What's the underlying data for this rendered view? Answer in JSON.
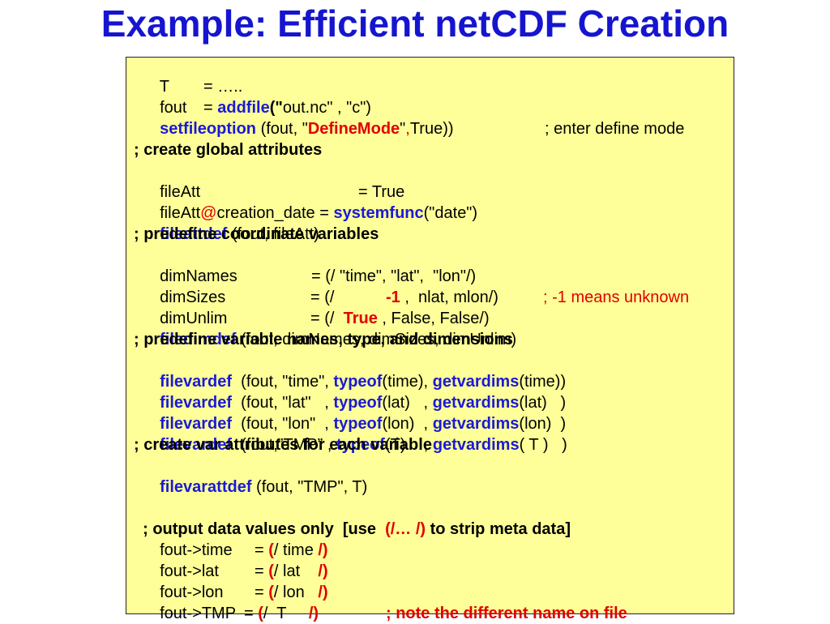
{
  "title": "Example: Efficient netCDF Creation",
  "colors": {
    "title": "#1515d0",
    "keyword": "#1a1ad6",
    "highlight": "#e00000",
    "box_background": "#ffff99"
  },
  "code": {
    "l1": {
      "a": "T",
      "b": "= ….."
    },
    "l2": {
      "a": "fout",
      "b": "= ",
      "kw": "addfile",
      "c": "(\"",
      "d": "out.nc\" , \"c\")"
    },
    "l3": {
      "kw": "setfileoption",
      "a": " (fout, \"",
      "red": "DefineMode",
      "b": "\"",
      "comma": ",",
      "c": "True))",
      "comment": "; enter define mode"
    },
    "l4": "; create global attributes",
    "l5": {
      "a": "fileAtt",
      "b": "= True"
    },
    "l6": {
      "a": "fileAtt",
      "at": "@",
      "b": "creation_date = ",
      "kw": "systemfunc",
      "c": "(\"date\")"
    },
    "l7": {
      "kw": "fileattdef",
      "a": " (fout, fileAtt)"
    },
    "l8": "; predefine coordinate variables",
    "l9": {
      "a": "dimNames",
      "b": "= (/ \"time\", \"lat\",  \"lon\"/)"
    },
    "l10": {
      "a": "dimSizes",
      "b": "= (/",
      "red": "-1",
      "c": " ,  nlat, mlon/)",
      "comment": "; -1 means unknown"
    },
    "l11": {
      "a": "dimUnlim",
      "b": "= (/  ",
      "red": "True",
      "c": " , False, False/)"
    },
    "l12": {
      "kw": "filedimdef",
      "a": " (fout, dimNames, dimSizes, dimUnlim)"
    },
    "l13": "; predefine variable names, type, and dimensions",
    "l14": {
      "kw": "filevardef",
      "a": "  (fout, \"time\", ",
      "kw2": "typeof",
      "b": "(time), ",
      "kw3": "getvardims",
      "c": "(time))"
    },
    "l15": {
      "kw": "filevardef",
      "a": "  (fout, \"lat\"   , ",
      "kw2": "typeof",
      "b": "(lat)   , ",
      "kw3": "getvardims",
      "c": "(lat)   )"
    },
    "l16": {
      "kw": "filevardef",
      "a": "  (fout, \"lon\"  , ",
      "kw2": "typeof",
      "b": "(lon)  , ",
      "kw3": "getvardims",
      "c": "(lon)  )"
    },
    "l17": {
      "kw": "filevardef",
      "a": "  (fout,”TMP” , ",
      "kw2": "typeof",
      "b": "(T)    , ",
      "kw3": "getvardims",
      "c": "( T )   )"
    },
    "l18": "; create var attributes for each variable",
    "l19": {
      "kw": "filevarattdef",
      "a": " (fout, \"TMP\", T)"
    },
    "l20": {
      "a": "; output data values only  [use  ",
      "red": "(/… /)",
      "b": " to strip meta data]"
    },
    "l21": {
      "a": "fout->time",
      "b": "= ",
      "r1": "(",
      "c": "/ time ",
      "r2": "/)"
    },
    "l22": {
      "a": "fout->lat",
      "b": "= ",
      "r1": "(",
      "c": "/ lat    ",
      "r2": "/)"
    },
    "l23": {
      "a": "fout->lon",
      "b": "= ",
      "r1": "(",
      "c": "/ lon   ",
      "r2": "/)"
    },
    "l24": {
      "a": "fout->TMP",
      "b": "= ",
      "r1": "(",
      "c": "/  T     ",
      "r2": "/)",
      "comment": "; note the different name on file"
    }
  }
}
